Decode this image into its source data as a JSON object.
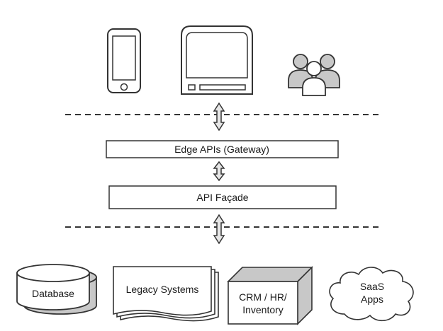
{
  "diagram": {
    "layers": {
      "gateway": {
        "label": "Edge APIs (Gateway)"
      },
      "facade": {
        "label": "API Façade"
      }
    },
    "backends": {
      "database": {
        "label": "Database"
      },
      "legacy": {
        "label": "Legacy Systems"
      },
      "crm": {
        "lines": [
          "CRM / HR/",
          "Inventory"
        ]
      },
      "saas": {
        "lines": [
          "SaaS",
          "Apps"
        ]
      }
    },
    "colors": {
      "stroke": "#333333",
      "fill_gray": "#c8c8c8",
      "fill_light": "#e6e6e6",
      "fill_white": "#ffffff"
    }
  }
}
